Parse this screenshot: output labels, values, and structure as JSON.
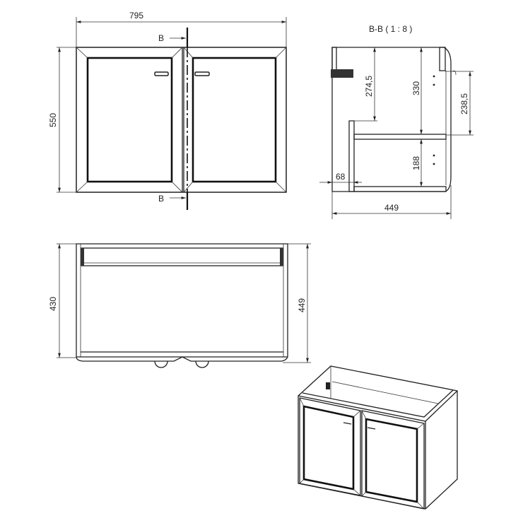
{
  "front_view": {
    "width_dim": "795",
    "height_dim": "550",
    "section_label_top": "B",
    "section_label_bottom": "B"
  },
  "section_view": {
    "title": "B-B ( 1 : 8 )",
    "dims": {
      "upper_inner_height": "274,5",
      "upper_compartment": "330",
      "lower_compartment": "188",
      "door_offset": "238,5",
      "back_offset": "68",
      "depth": "449"
    }
  },
  "top_view": {
    "carcass_depth": "430",
    "overall_depth": "449"
  }
}
